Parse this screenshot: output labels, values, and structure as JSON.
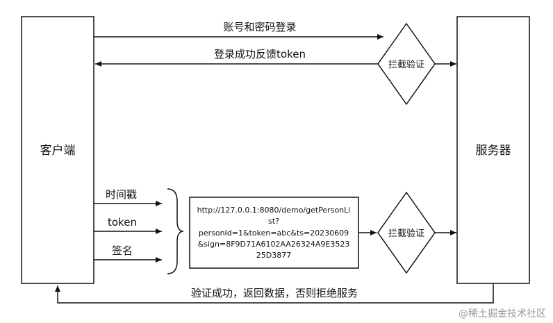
{
  "nodes": {
    "client": "客户端",
    "server": "服务器",
    "verify_top": "拦截验证",
    "verify_bottom": "拦截验证"
  },
  "edges": {
    "login": "账号和密码登录",
    "feedback": "登录成功反馈token",
    "timestamp": "时间戳",
    "token": "token",
    "signature": "签名",
    "return": "验证成功，返回数据，否则拒绝服务"
  },
  "request_box": {
    "lines": [
      "http://127.0.0.1:8080/demo/getPersonLi",
      "st?",
      "personId=1&token=abc&ts=20230609",
      "&sign=8F9D71A6102AA26324A9E3523",
      "25D3877"
    ]
  },
  "watermark": "@稀土掘金技术社区"
}
